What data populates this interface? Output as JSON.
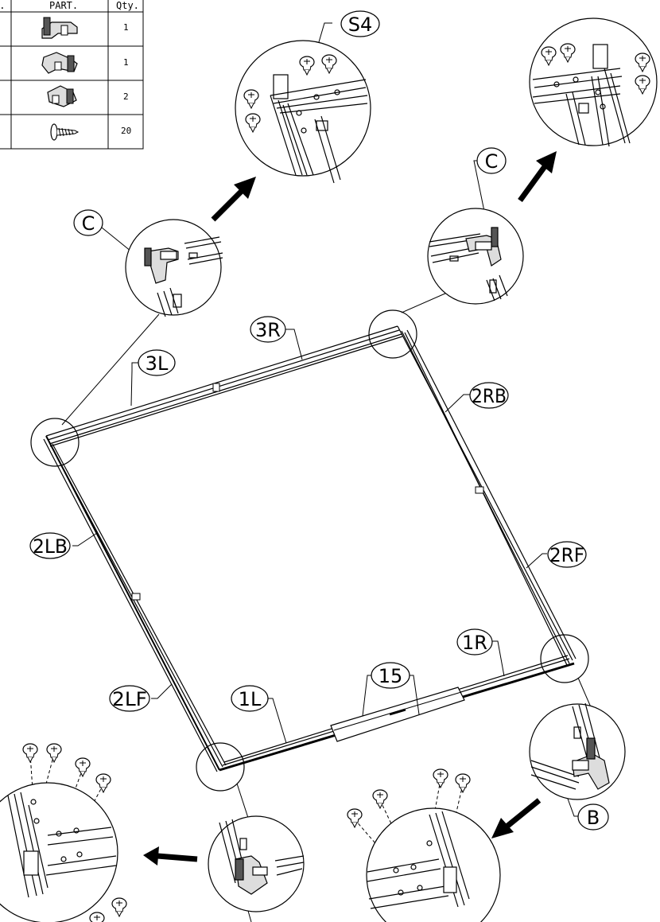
{
  "parts_table": {
    "headers": {
      "no": "O.",
      "part": "PART.",
      "qty": "Qty."
    },
    "rows": [
      {
        "icon": "corner-bracket-c-icon",
        "qty": "1"
      },
      {
        "icon": "corner-bracket-b-icon",
        "qty": "1"
      },
      {
        "icon": "corner-bracket-icon",
        "qty": "2"
      },
      {
        "icon": "screw-icon",
        "qty": "20"
      }
    ]
  },
  "labels": {
    "s4": "S4",
    "c_left": "C",
    "c_right": "C",
    "three_r": "3R",
    "three_l": "3L",
    "two_rb": "2RB",
    "two_lb": "2LB",
    "two_rf": "2RF",
    "one_r": "1R",
    "fifteen": "15",
    "two_lf": "2LF",
    "one_l": "1L",
    "b": "B"
  }
}
